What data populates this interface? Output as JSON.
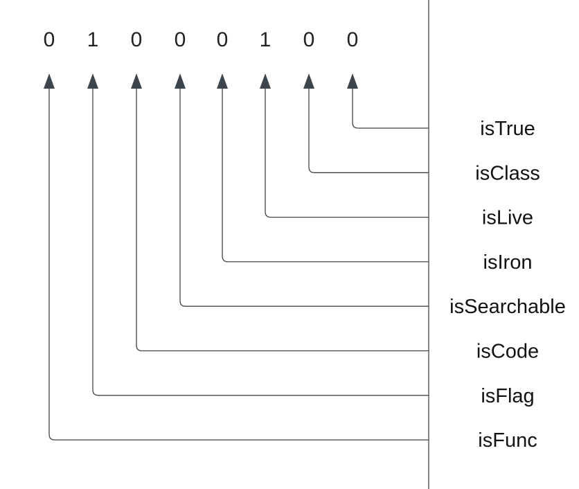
{
  "bits": [
    "0",
    "1",
    "0",
    "0",
    "0",
    "1",
    "0",
    "0"
  ],
  "flags": [
    {
      "label": "isTrue",
      "bit_index": 7
    },
    {
      "label": "isClass",
      "bit_index": 6
    },
    {
      "label": "isLive",
      "bit_index": 5
    },
    {
      "label": "isIron",
      "bit_index": 4
    },
    {
      "label": "isSearchable",
      "bit_index": 3
    },
    {
      "label": "isCode",
      "bit_index": 2
    },
    {
      "label": "isFlag",
      "bit_index": 1
    },
    {
      "label": "isFunc",
      "bit_index": 0
    }
  ],
  "colors": {
    "line": "#3d444b",
    "text": "#111111",
    "background": "#ffffff"
  }
}
